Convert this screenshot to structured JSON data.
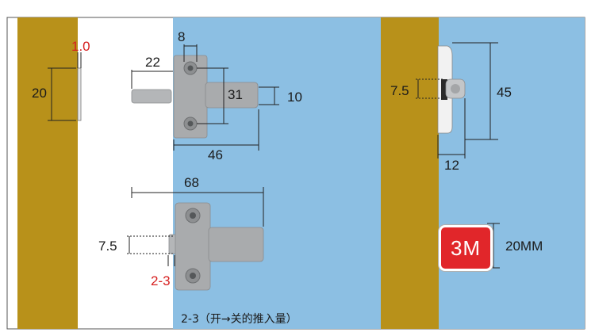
{
  "colors": {
    "wood": "#b8911a",
    "panel_blue": "#8cbfe3",
    "white_panel": "#ffffff",
    "damper_body": "#a9abad",
    "red": "#d61f1f",
    "badge_red": "#e1262a"
  },
  "labels": {
    "strike_thickness": "1.0",
    "strike_height": "20",
    "top_mount_width": "8",
    "pin_length": "22",
    "body_height": "31",
    "pin_diameter": "10",
    "total_width": "46",
    "overall_length": "68",
    "side_offset": "7.5",
    "push_amount": "2-3",
    "footnote": "2-3（开→关的推入量）",
    "right_offset": "7.5",
    "right_height": "45",
    "right_depth": "12",
    "tape_badge": "3M",
    "tape_width": "20MM"
  }
}
